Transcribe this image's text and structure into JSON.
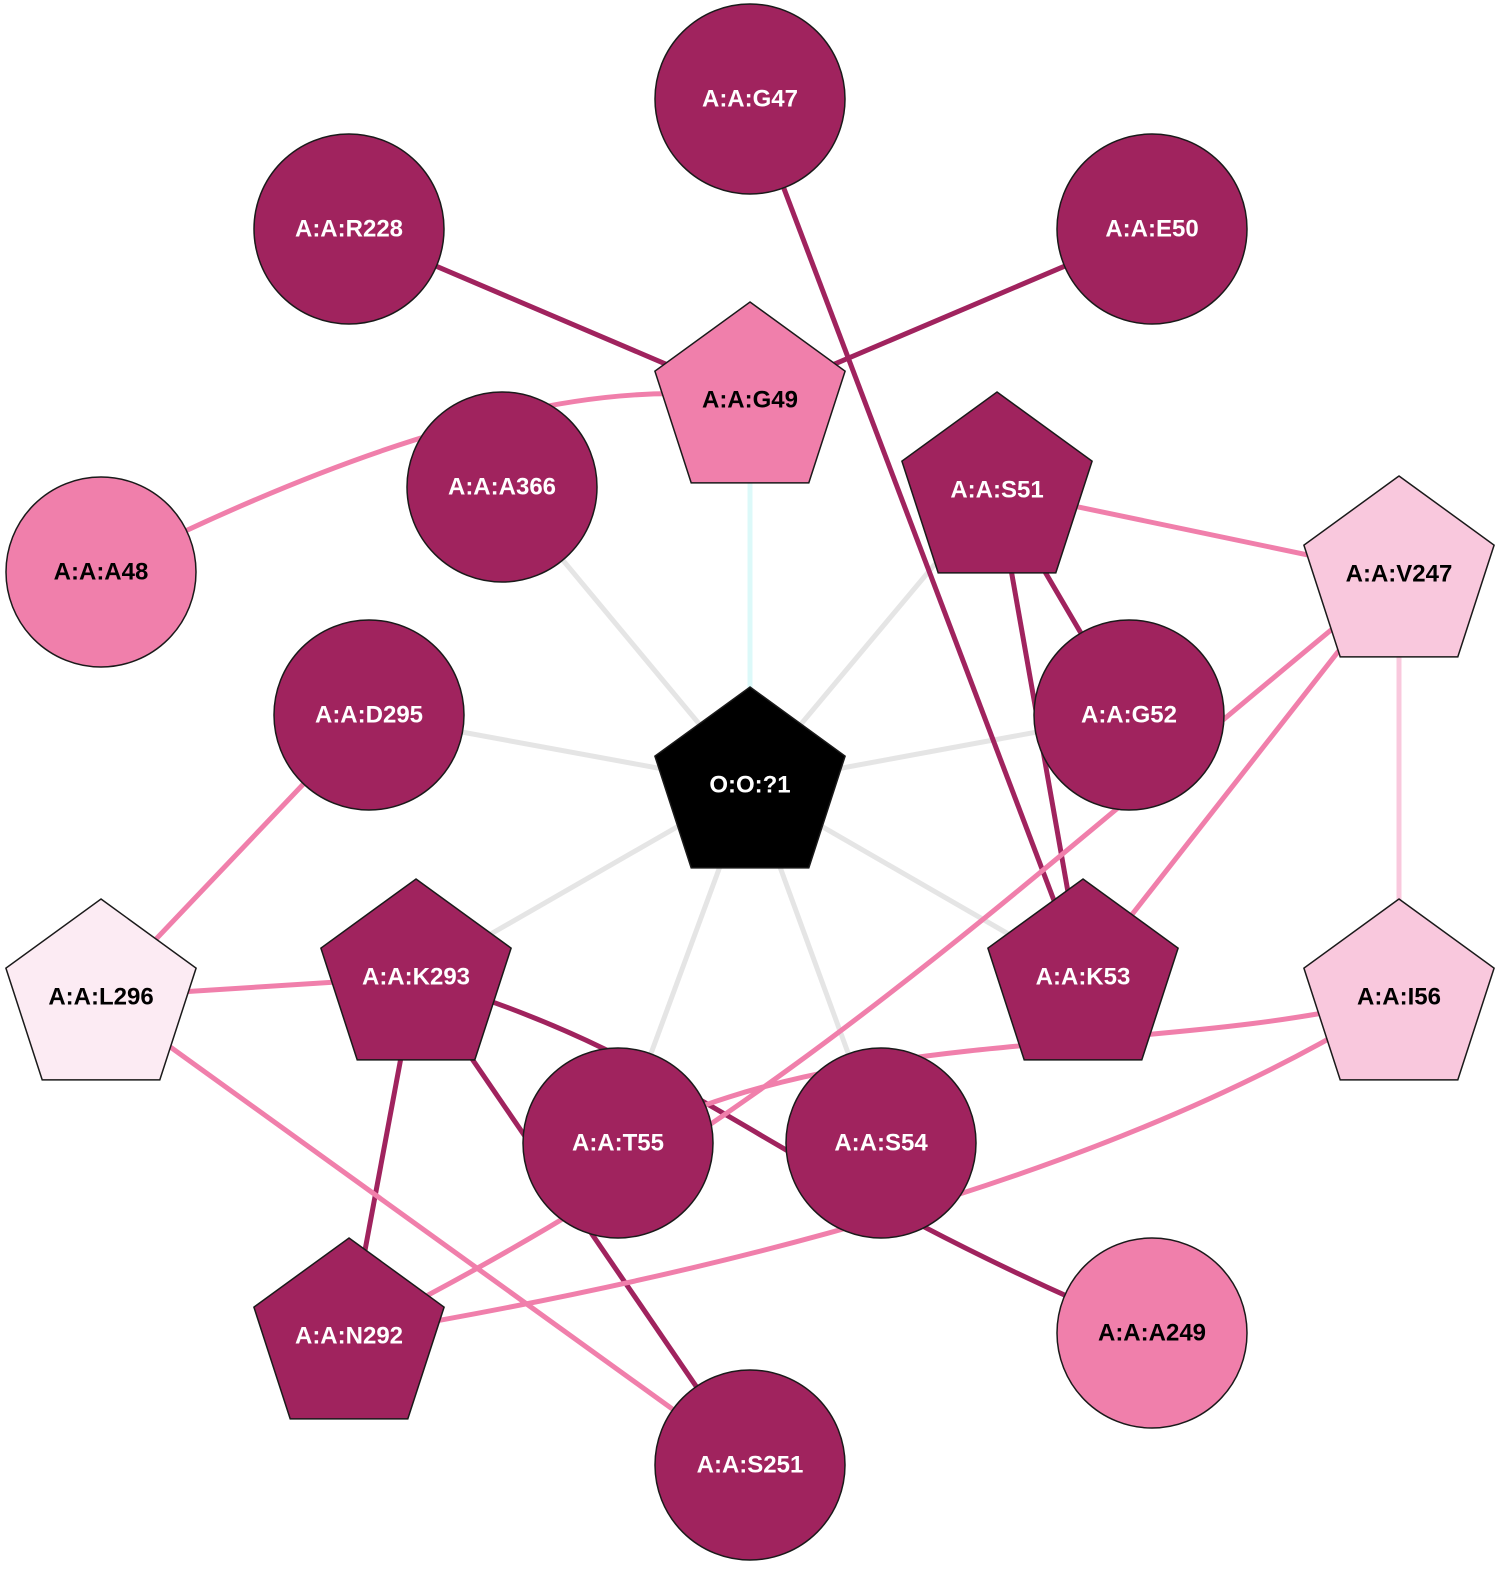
{
  "colors": {
    "dark": "#a0235e",
    "medium": "#f07fab",
    "light": "#f9c8dd",
    "palest": "#fcebf3",
    "center": "#000000",
    "edge_gray": "#e5e5e5",
    "edge_cyan": "#dcf9f9",
    "outline": "#1a1a1a",
    "text_light": "#ffffff",
    "text_dark": "#000000"
  },
  "nodes": [
    {
      "id": "A:A:G47",
      "label": "A:A:G47",
      "shape": "circle",
      "color": "dark",
      "text": "light"
    },
    {
      "id": "A:A:R228",
      "label": "A:A:R228",
      "shape": "circle",
      "color": "dark",
      "text": "light"
    },
    {
      "id": "A:A:E50",
      "label": "A:A:E50",
      "shape": "circle",
      "color": "dark",
      "text": "light"
    },
    {
      "id": "A:A:G49",
      "label": "A:A:G49",
      "shape": "pentagon",
      "color": "medium",
      "text": "dark"
    },
    {
      "id": "A:A:A366",
      "label": "A:A:A366",
      "shape": "circle",
      "color": "dark",
      "text": "light"
    },
    {
      "id": "A:A:S51",
      "label": "A:A:S51",
      "shape": "pentagon",
      "color": "dark",
      "text": "light"
    },
    {
      "id": "A:A:A48",
      "label": "A:A:A48",
      "shape": "circle",
      "color": "medium",
      "text": "dark"
    },
    {
      "id": "A:A:V247",
      "label": "A:A:V247",
      "shape": "pentagon",
      "color": "light",
      "text": "dark"
    },
    {
      "id": "A:A:D295",
      "label": "A:A:D295",
      "shape": "circle",
      "color": "dark",
      "text": "light"
    },
    {
      "id": "A:A:G52",
      "label": "A:A:G52",
      "shape": "circle",
      "color": "dark",
      "text": "light"
    },
    {
      "id": "O:O:?1",
      "label": "O:O:?1",
      "shape": "pentagon",
      "color": "center",
      "text": "light"
    },
    {
      "id": "A:A:L296",
      "label": "A:A:L296",
      "shape": "pentagon",
      "color": "palest",
      "text": "dark"
    },
    {
      "id": "A:A:K293",
      "label": "A:A:K293",
      "shape": "pentagon",
      "color": "dark",
      "text": "light"
    },
    {
      "id": "A:A:K53",
      "label": "A:A:K53",
      "shape": "pentagon",
      "color": "dark",
      "text": "light"
    },
    {
      "id": "A:A:I56",
      "label": "A:A:I56",
      "shape": "pentagon",
      "color": "light",
      "text": "dark"
    },
    {
      "id": "A:A:T55",
      "label": "A:A:T55",
      "shape": "circle",
      "color": "dark",
      "text": "light"
    },
    {
      "id": "A:A:S54",
      "label": "A:A:S54",
      "shape": "circle",
      "color": "dark",
      "text": "light"
    },
    {
      "id": "A:A:N292",
      "label": "A:A:N292",
      "shape": "pentagon",
      "color": "dark",
      "text": "light"
    },
    {
      "id": "A:A:A249",
      "label": "A:A:A249",
      "shape": "circle",
      "color": "medium",
      "text": "dark"
    },
    {
      "id": "A:A:S251",
      "label": "A:A:S251",
      "shape": "circle",
      "color": "dark",
      "text": "light"
    }
  ],
  "edges": [
    {
      "from": "O:O:?1",
      "to": "A:A:G49",
      "color": "edge_cyan"
    },
    {
      "from": "O:O:?1",
      "to": "A:A:A366",
      "color": "edge_gray"
    },
    {
      "from": "O:O:?1",
      "to": "A:A:S51",
      "color": "edge_gray"
    },
    {
      "from": "O:O:?1",
      "to": "A:A:D295",
      "color": "edge_gray"
    },
    {
      "from": "O:O:?1",
      "to": "A:A:G52",
      "color": "edge_gray"
    },
    {
      "from": "O:O:?1",
      "to": "A:A:K293",
      "color": "edge_gray"
    },
    {
      "from": "O:O:?1",
      "to": "A:A:K53",
      "color": "edge_gray"
    },
    {
      "from": "O:O:?1",
      "to": "A:A:T55",
      "color": "edge_gray"
    },
    {
      "from": "O:O:?1",
      "to": "A:A:S54",
      "color": "edge_gray"
    },
    {
      "from": "A:A:R228",
      "to": "A:A:G49",
      "color": "dark"
    },
    {
      "from": "A:A:E50",
      "to": "A:A:G49",
      "color": "dark"
    },
    {
      "from": "A:A:G47",
      "to": "A:A:K53",
      "color": "dark"
    },
    {
      "from": "A:A:S51",
      "to": "A:A:G52",
      "color": "dark"
    },
    {
      "from": "A:A:S51",
      "to": "A:A:K53",
      "color": "dark"
    },
    {
      "from": "A:A:K293",
      "to": "A:A:N292",
      "color": "dark"
    },
    {
      "from": "A:A:K293",
      "to": "A:A:S251",
      "color": "dark"
    },
    {
      "from": "A:A:K293",
      "to": "A:A:A249",
      "color": "dark"
    },
    {
      "from": "A:A:G49",
      "to": "A:A:A48",
      "color": "medium"
    },
    {
      "from": "A:A:S51",
      "to": "A:A:V247",
      "color": "medium"
    },
    {
      "from": "A:A:V247",
      "to": "A:A:K53",
      "color": "medium"
    },
    {
      "from": "A:A:V247",
      "to": "A:A:N292",
      "color": "medium"
    },
    {
      "from": "A:A:D295",
      "to": "A:A:L296",
      "color": "medium"
    },
    {
      "from": "A:A:L296",
      "to": "A:A:K293",
      "color": "medium"
    },
    {
      "from": "A:A:L296",
      "to": "A:A:S251",
      "color": "medium"
    },
    {
      "from": "A:A:I56",
      "to": "A:A:T55",
      "color": "medium"
    },
    {
      "from": "A:A:I56",
      "to": "A:A:N292",
      "color": "medium"
    },
    {
      "from": "A:A:V247",
      "to": "A:A:I56",
      "color": "light"
    }
  ]
}
